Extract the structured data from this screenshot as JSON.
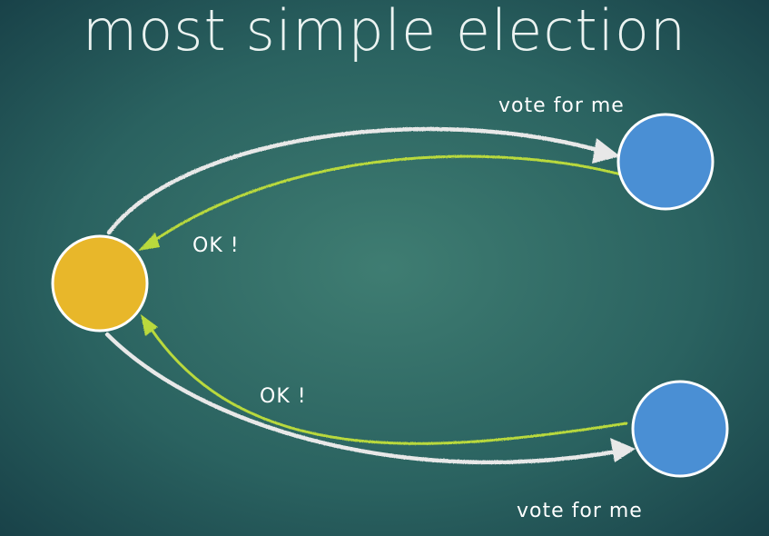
{
  "slide": {
    "title": "most simple election"
  },
  "diagram": {
    "labels": {
      "vote_top": "vote for me",
      "ok_top": "OK !",
      "ok_bottom": "OK !",
      "vote_bottom": "vote for me"
    }
  },
  "colors": {
    "background_center": "#3f7d72",
    "background_edge": "#17434a",
    "candidate_node": "#e8b72a",
    "voter_node": "#4a8fd4",
    "node_stroke": "#ffffff",
    "request_arrow": "#e8e8e8",
    "response_arrow": "#b9d93c",
    "title_text": "#ebf3f1"
  }
}
